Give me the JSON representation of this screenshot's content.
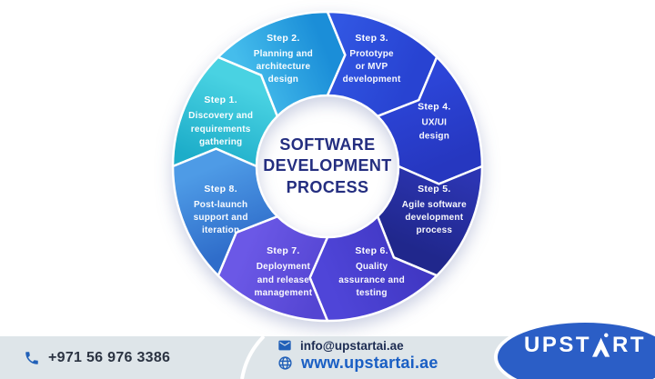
{
  "colors": {
    "accent_blue": "#2160b8",
    "footer_bar": "#dee5e9",
    "logo_fill": "#2b5ec6",
    "title_navy": "#242e80",
    "link_blue": "#1a5fc4"
  },
  "diagram": {
    "title_lines": [
      "SOFTWARE",
      "DEVELOPMENT",
      "PROCESS"
    ],
    "steps": [
      {
        "label": "Step 1.",
        "lines": [
          "Discovery and",
          "requirements",
          "gathering"
        ],
        "color_start": "#1dadc9",
        "color_end": "#49d2e2"
      },
      {
        "label": "Step 2.",
        "lines": [
          "Planning and",
          "architecture",
          "design"
        ],
        "color_start": "#45bdec",
        "color_end": "#1b8ed8"
      },
      {
        "label": "Step 3.",
        "lines": [
          "Prototype",
          "or MVP",
          "development"
        ],
        "color_start": "#3156e2",
        "color_end": "#2843d2"
      },
      {
        "label": "Step 4.",
        "lines": [
          "UX/UI",
          "design"
        ],
        "color_start": "#2c45d8",
        "color_end": "#2637c0"
      },
      {
        "label": "Step 5.",
        "lines": [
          "Agile software",
          "development",
          "process"
        ],
        "color_start": "#2c35b2",
        "color_end": "#20278c"
      },
      {
        "label": "Step 6.",
        "lines": [
          "Quality",
          "assurance and",
          "testing"
        ],
        "color_start": "#4138c4",
        "color_end": "#4f45d8"
      },
      {
        "label": "Step 7.",
        "lines": [
          "Deployment",
          "and release",
          "management"
        ],
        "color_start": "#5445d2",
        "color_end": "#6b58e6"
      },
      {
        "label": "Step 8.",
        "lines": [
          "Post-launch",
          "support and",
          "iteration"
        ],
        "color_start": "#2f6dca",
        "color_end": "#4e9be6"
      }
    ]
  },
  "footer": {
    "phone": "+971 56 976 3386",
    "email": "info@upstartai.ae",
    "website": "www.upstartai.ae"
  },
  "logo": {
    "text_left": "UPST",
    "text_right": "RT"
  }
}
